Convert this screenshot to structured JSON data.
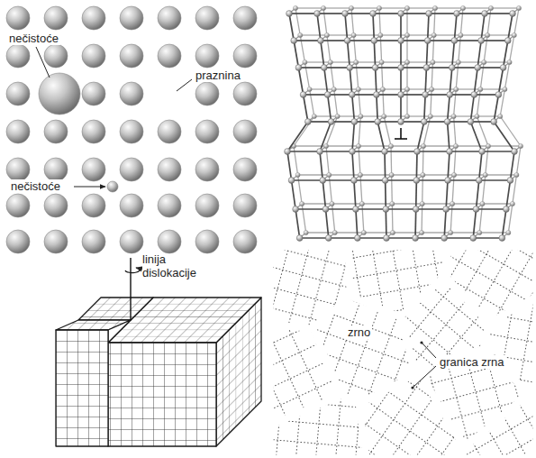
{
  "diagram": {
    "labels": [
      "nečistoće",
      "praznina",
      "nečistoće",
      "linija dislokacije",
      "zrno",
      "granica zrna"
    ]
  }
}
